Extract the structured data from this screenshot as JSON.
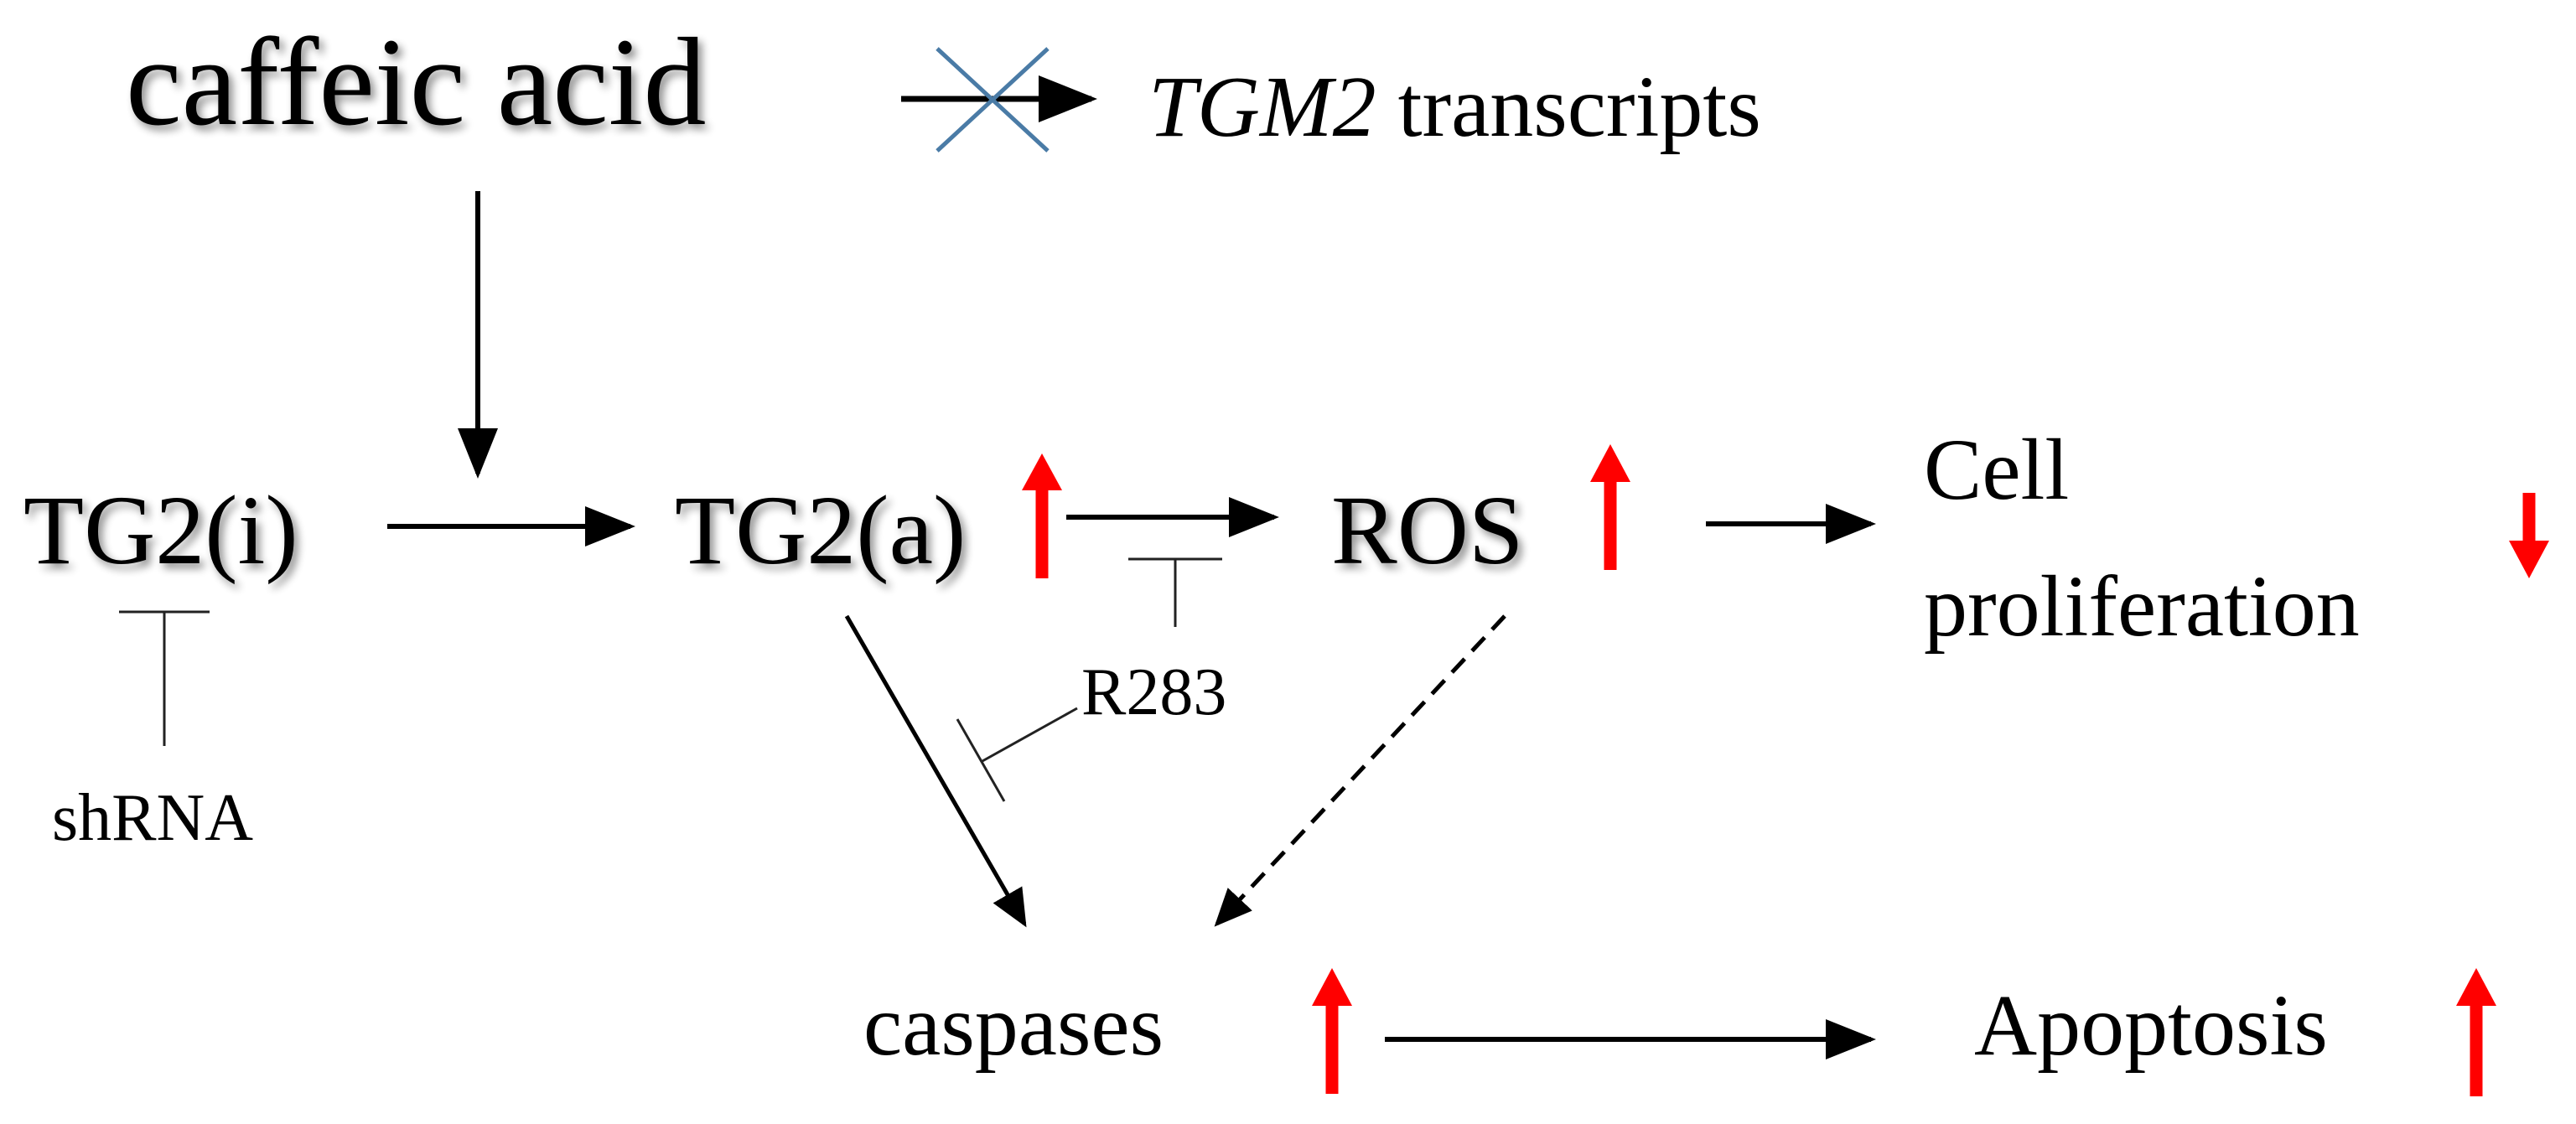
{
  "nodes": {
    "caffeic_acid": "caffeic acid",
    "tgm2_gene": "TGM2",
    "tgm2_suffix": " transcripts",
    "tg2_inactive": "TG2(i)",
    "tg2_active": "TG2(a)",
    "ros": "ROS",
    "cell_line1": "Cell",
    "cell_line2": "proliferation",
    "caspases": "caspases",
    "apoptosis": "Apoptosis"
  },
  "inhibitors": {
    "shrna": "shRNA",
    "r283": "R283"
  },
  "colors": {
    "text": "#000000",
    "up_arrow": "#ff0000",
    "down_arrow": "#ff0000",
    "block_cross": "#4a7ba6",
    "inhibitor_line": "#222222"
  },
  "regulation": {
    "tg2_active": "up",
    "ros": "up",
    "cell_proliferation": "down",
    "caspases": "up",
    "apoptosis": "up"
  },
  "edges": [
    {
      "from": "caffeic acid",
      "to": "TGM2 transcripts",
      "type": "blocked"
    },
    {
      "from": "caffeic acid",
      "to": "TG2(i) → TG2(a)",
      "type": "activation"
    },
    {
      "from": "TG2(i)",
      "to": "TG2(a)",
      "type": "activation"
    },
    {
      "from": "TG2(a)",
      "to": "ROS",
      "type": "activation"
    },
    {
      "from": "ROS",
      "to": "Cell proliferation",
      "type": "activation"
    },
    {
      "from": "TG2(a)",
      "to": "caspases",
      "type": "activation"
    },
    {
      "from": "ROS",
      "to": "caspases",
      "type": "dashed"
    },
    {
      "from": "caspases",
      "to": "Apoptosis",
      "type": "activation"
    },
    {
      "from": "shRNA",
      "to": "TG2(i)",
      "type": "inhibition"
    },
    {
      "from": "R283",
      "to": "TG2(a) → ROS",
      "type": "inhibition"
    },
    {
      "from": "R283",
      "to": "TG2(a) → caspases",
      "type": "inhibition"
    }
  ]
}
